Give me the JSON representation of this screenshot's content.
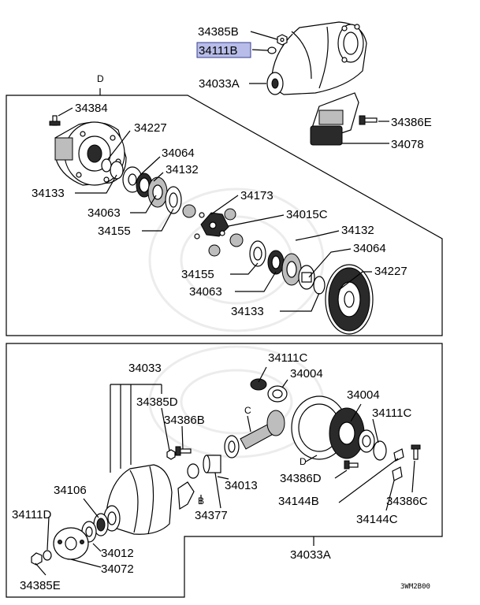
{
  "labels": {
    "top_34385B": "34385B",
    "top_34111B": "34111B",
    "top_34033A": "34033A",
    "top_34386E": "34386E",
    "top_34078": "34078",
    "mid_D": "D",
    "mid_34384": "34384",
    "mid_34227_a": "34227",
    "mid_34064_a": "34064",
    "mid_34132_a": "34132",
    "mid_34133_a": "34133",
    "mid_34063_a": "34063",
    "mid_34155_a": "34155",
    "mid_34173": "34173",
    "mid_34015C": "34015C",
    "mid_34132_b": "34132",
    "mid_34064_b": "34064",
    "mid_34227_b": "34227",
    "mid_34155_b": "34155",
    "mid_34063_b": "34063",
    "mid_34133_b": "34133",
    "bot_34033": "34033",
    "bot_34385D": "34385D",
    "bot_34386B": "34386B",
    "bot_34111C_a": "34111C",
    "bot_34004_a": "34004",
    "bot_34004_b": "34004",
    "bot_34111C_b": "34111C",
    "bot_C": "C",
    "bot_34106": "34106",
    "bot_34111D": "34111D",
    "bot_B": "B",
    "bot_34013": "34013",
    "bot_D": "D",
    "bot_34386D": "34386D",
    "bot_34377": "34377",
    "bot_34144B": "34144B",
    "bot_34386C": "34386C",
    "bot_34144C": "34144C",
    "bot_34012": "34012",
    "bot_34072": "34072",
    "bot_34385E": "34385E",
    "bot_34033A": "34033A",
    "diagram_code": "3WM2B00"
  },
  "colors": {
    "highlight_fill": "#b7bde8",
    "line": "#000000"
  }
}
